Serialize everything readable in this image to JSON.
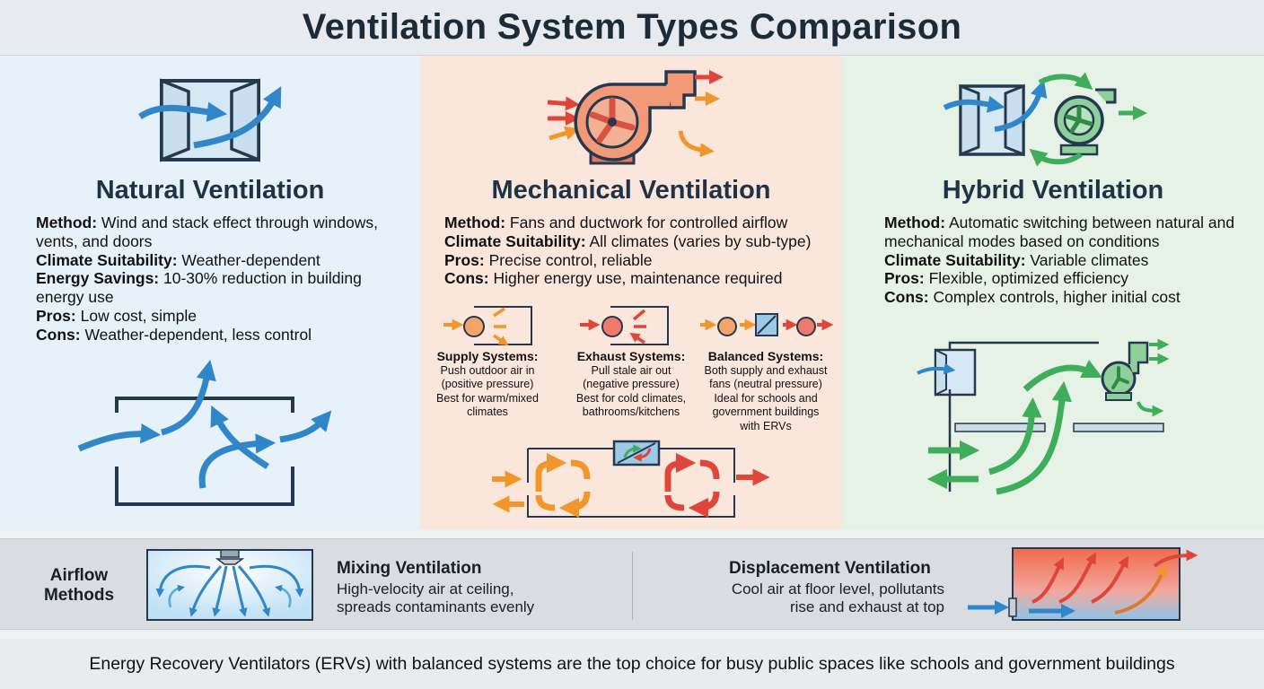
{
  "title": "Ventilation System Types Comparison",
  "natural": {
    "heading": "Natural Ventilation",
    "method_label": "Method:",
    "method": "Wind and stack effect through windows, vents, and doors",
    "climate_label": "Climate Suitability:",
    "climate": "Weather-dependent",
    "savings_label": "Energy Savings:",
    "savings": "10-30% reduction in building energy use",
    "pros_label": "Pros:",
    "pros": "Low cost, simple",
    "cons_label": "Cons:",
    "cons": "Weather-dependent, less control"
  },
  "mechanical": {
    "heading": "Mechanical Ventilation",
    "method_label": "Method:",
    "method": "Fans and ductwork for controlled airflow",
    "climate_label": "Climate Suitability:",
    "climate": "All climates (varies by sub-type)",
    "pros_label": "Pros:",
    "pros": "Precise control, reliable",
    "cons_label": "Cons:",
    "cons": "Higher energy use, maintenance required",
    "subtypes": [
      {
        "title": "Supply Systems:",
        "line1": "Push outdoor air in",
        "line2": "(positive pressure)",
        "line3": "Best for warm/mixed",
        "line4": "climates"
      },
      {
        "title": "Exhaust Systems:",
        "line1": "Pull stale air out",
        "line2": "(negative pressure)",
        "line3": "Best for cold climates,",
        "line4": "bathrooms/kitchens"
      },
      {
        "title": "Balanced Systems:",
        "line1": "Both supply and exhaust",
        "line2": "fans (neutral pressure)",
        "line3": "Ideal for schools and",
        "line4": "government buildings",
        "line5": "with ERVs"
      }
    ]
  },
  "hybrid": {
    "heading": "Hybrid Ventilation",
    "method_label": "Method:",
    "method": "Automatic switching between natural and mechanical modes based on conditions",
    "climate_label": "Climate Suitability:",
    "climate": "Variable climates",
    "pros_label": "Pros:",
    "pros": "Flexible, optimized efficiency",
    "cons_label": "Cons:",
    "cons": "Complex controls, higher initial cost"
  },
  "airflow": {
    "label_line1": "Airflow",
    "label_line2": "Methods",
    "mixing_title": "Mixing Ventilation",
    "mixing_line1": "High-velocity air at ceiling,",
    "mixing_line2": "spreads contaminants evenly",
    "displacement_title": "Displacement Ventilation",
    "displacement_line1": "Cool air at floor level, pollutants",
    "displacement_line2": "rise and exhaust at top"
  },
  "footer": "Energy Recovery Ventilators (ERVs) with balanced systems are the top choice for busy public spaces like schools and government buildings",
  "colors": {
    "natural_bg": "#e6f1fa",
    "mechanical_bg": "#fbe6dc",
    "hybrid_bg": "#e6f2e6",
    "blue_arrow": "#2f86c8",
    "red": "#e0453a",
    "orange": "#f0962a",
    "green": "#3fae5a"
  },
  "icons": [
    "window-icon",
    "fan-blower-icon",
    "erv-exchanger-icon",
    "diffuser-icon",
    "airflow-arrow-icon"
  ]
}
